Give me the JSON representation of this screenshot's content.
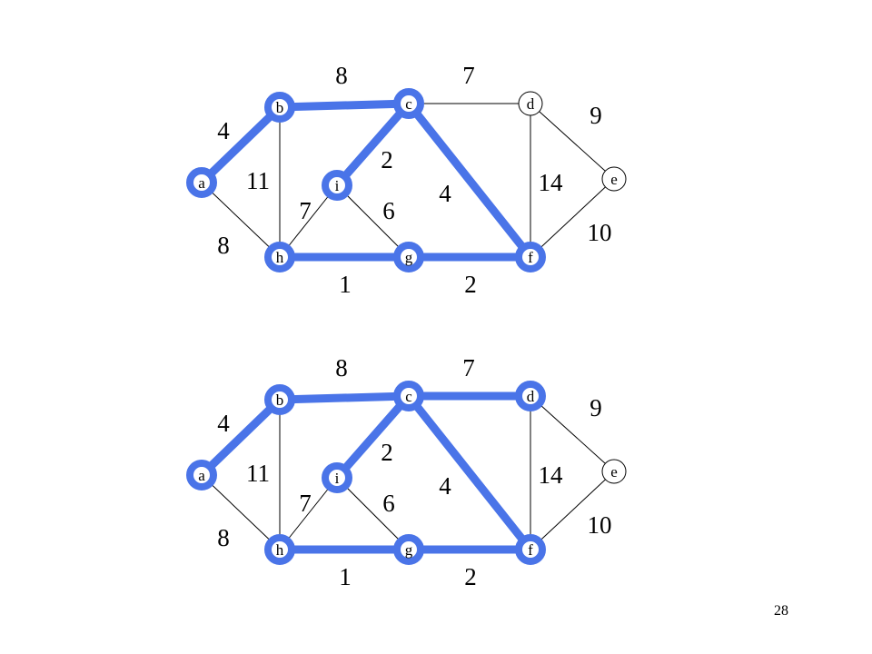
{
  "page_number": "28",
  "colors": {
    "tree_edge": "#4a74e8",
    "edge": "#000000",
    "node_fill": "#ffffff"
  },
  "graphs": [
    {
      "id": "top",
      "nodes": [
        {
          "id": "a",
          "label": "a",
          "in_tree": true
        },
        {
          "id": "b",
          "label": "b",
          "in_tree": true
        },
        {
          "id": "c",
          "label": "c",
          "in_tree": true
        },
        {
          "id": "d",
          "label": "d",
          "in_tree": false
        },
        {
          "id": "e",
          "label": "e",
          "in_tree": false
        },
        {
          "id": "f",
          "label": "f",
          "in_tree": true
        },
        {
          "id": "g",
          "label": "g",
          "in_tree": true
        },
        {
          "id": "h",
          "label": "h",
          "in_tree": true
        },
        {
          "id": "i",
          "label": "i",
          "in_tree": true
        }
      ],
      "edges": [
        {
          "from": "a",
          "to": "b",
          "weight": "4",
          "in_tree": true
        },
        {
          "from": "a",
          "to": "h",
          "weight": "8",
          "in_tree": false
        },
        {
          "from": "b",
          "to": "c",
          "weight": "8",
          "in_tree": true
        },
        {
          "from": "b",
          "to": "h",
          "weight": "11",
          "in_tree": false
        },
        {
          "from": "c",
          "to": "d",
          "weight": "7",
          "in_tree": false
        },
        {
          "from": "c",
          "to": "i",
          "weight": "2",
          "in_tree": true
        },
        {
          "from": "c",
          "to": "f",
          "weight": "4",
          "in_tree": true
        },
        {
          "from": "d",
          "to": "e",
          "weight": "9",
          "in_tree": false
        },
        {
          "from": "d",
          "to": "f",
          "weight": "14",
          "in_tree": false
        },
        {
          "from": "e",
          "to": "f",
          "weight": "10",
          "in_tree": false
        },
        {
          "from": "i",
          "to": "h",
          "weight": "7",
          "in_tree": false
        },
        {
          "from": "i",
          "to": "g",
          "weight": "6",
          "in_tree": false
        },
        {
          "from": "h",
          "to": "g",
          "weight": "1",
          "in_tree": true
        },
        {
          "from": "g",
          "to": "f",
          "weight": "2",
          "in_tree": true
        }
      ]
    },
    {
      "id": "bottom",
      "nodes": [
        {
          "id": "a",
          "label": "a",
          "in_tree": true
        },
        {
          "id": "b",
          "label": "b",
          "in_tree": true
        },
        {
          "id": "c",
          "label": "c",
          "in_tree": true
        },
        {
          "id": "d",
          "label": "d",
          "in_tree": true
        },
        {
          "id": "e",
          "label": "e",
          "in_tree": false
        },
        {
          "id": "f",
          "label": "f",
          "in_tree": true
        },
        {
          "id": "g",
          "label": "g",
          "in_tree": true
        },
        {
          "id": "h",
          "label": "h",
          "in_tree": true
        },
        {
          "id": "i",
          "label": "i",
          "in_tree": true
        }
      ],
      "edges": [
        {
          "from": "a",
          "to": "b",
          "weight": "4",
          "in_tree": true
        },
        {
          "from": "a",
          "to": "h",
          "weight": "8",
          "in_tree": false
        },
        {
          "from": "b",
          "to": "c",
          "weight": "8",
          "in_tree": true
        },
        {
          "from": "b",
          "to": "h",
          "weight": "11",
          "in_tree": false
        },
        {
          "from": "c",
          "to": "d",
          "weight": "7",
          "in_tree": true
        },
        {
          "from": "c",
          "to": "i",
          "weight": "2",
          "in_tree": true
        },
        {
          "from": "c",
          "to": "f",
          "weight": "4",
          "in_tree": true
        },
        {
          "from": "d",
          "to": "e",
          "weight": "9",
          "in_tree": false
        },
        {
          "from": "d",
          "to": "f",
          "weight": "14",
          "in_tree": false
        },
        {
          "from": "e",
          "to": "f",
          "weight": "10",
          "in_tree": false
        },
        {
          "from": "i",
          "to": "h",
          "weight": "7",
          "in_tree": false
        },
        {
          "from": "i",
          "to": "g",
          "weight": "6",
          "in_tree": false
        },
        {
          "from": "h",
          "to": "g",
          "weight": "1",
          "in_tree": true
        },
        {
          "from": "g",
          "to": "f",
          "weight": "2",
          "in_tree": true
        }
      ]
    }
  ]
}
